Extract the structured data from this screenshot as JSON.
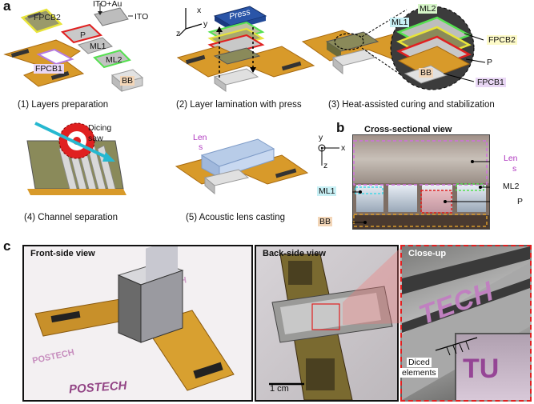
{
  "panel_a": {
    "letter": "a",
    "captions": [
      "(1) Layers preparation",
      "(2) Layer lamination with press",
      "(3) Heat-assisted curing and stabilization",
      "(4) Channel separation",
      "(5) Acoustic lens casting"
    ],
    "step1": {
      "fpcb2": "FPCB2",
      "ito_au": "ITO+Au",
      "ito": "ITO",
      "p": "P",
      "ml1": "ML1",
      "ml2": "ML2",
      "fpcb1": "FPCB1",
      "bb": "BB"
    },
    "step2": {
      "press": "Press",
      "x": "x",
      "y": "y",
      "z": "z"
    },
    "step3": {
      "ml2": "ML2",
      "ml1": "ML1",
      "fpcb2": "FPCB2",
      "p": "P",
      "bb": "BB",
      "fpcb1": "FPCB1"
    },
    "step4": {
      "dicing": "Dicing",
      "saw": "saw"
    },
    "step5": {
      "lens_top": "Len",
      "lens_bottom": "s"
    }
  },
  "panel_b": {
    "letter": "b",
    "title": "Cross-sectional view",
    "axes": {
      "x": "x",
      "y": "y",
      "z": "z"
    },
    "lens_top": "Len",
    "lens_bottom": "s",
    "ml1": "ML1",
    "ml2": "ML2",
    "p": "P",
    "bb": "BB"
  },
  "panel_c": {
    "letter": "c",
    "front_title": "Front-side view",
    "back_title": "Back-side view",
    "closeup_title": "Close-up",
    "scale": "1 cm",
    "diced_top": "Diced",
    "diced_bottom": "elements",
    "brand": "POSTECH",
    "closeup_brand": "TECH"
  },
  "colors": {
    "fpcb": "#d89a2a",
    "fpcb2_outline": "#e8e43a",
    "p_outline": "#e02020",
    "ml1_outline": "#45d8e8",
    "ml2_outline": "#55e050",
    "fpcb1_outline": "#b57be0",
    "lens_outline": "#d070e0",
    "closeup_border": "#e02020",
    "brand_purple": "#9a2a8a"
  }
}
